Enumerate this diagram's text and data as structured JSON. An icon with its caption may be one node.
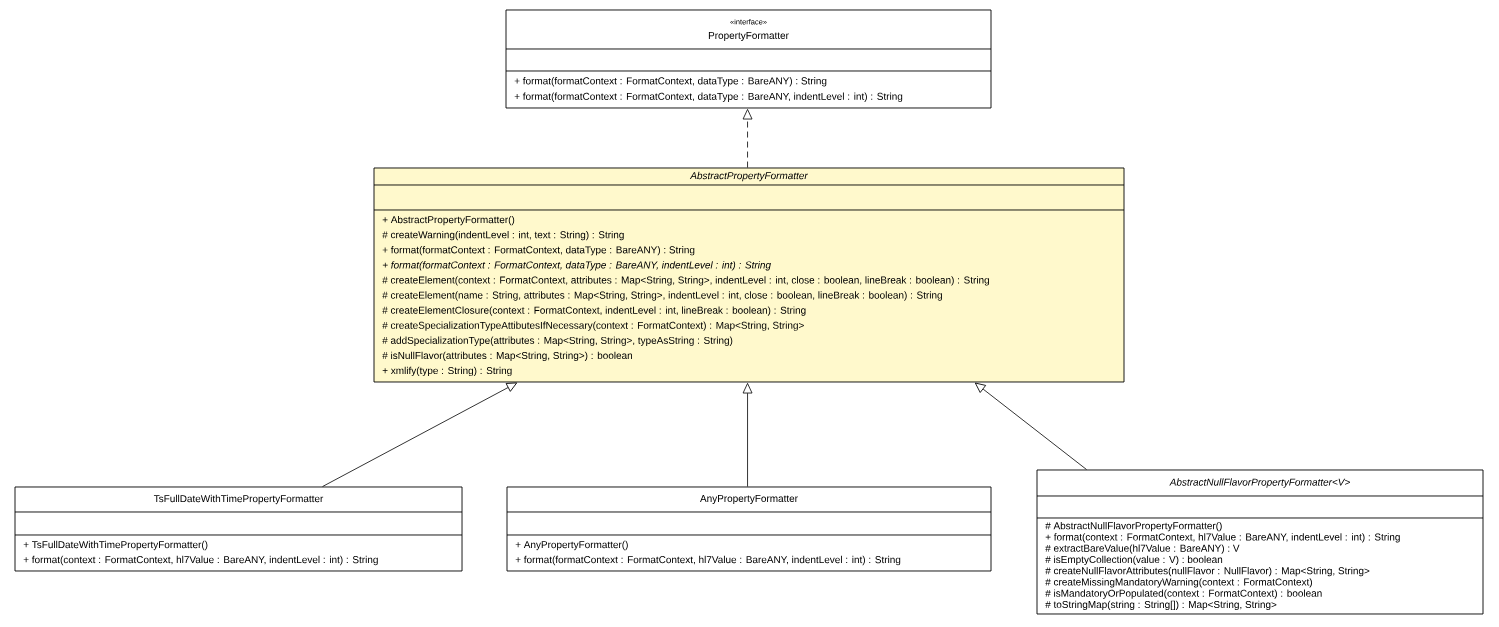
{
  "diagram": {
    "nodes": [
      {
        "text": [
          "«interface»",
          "PropertyFormatter",
          "+ format(formatContext : FormatContext, dataType : BareANY) : String",
          "+ format(formatContext : FormatContext, dataType : BareANY, indentLevel : int) : String"
        ]
      },
      {
        "text": [
          "AbstractPropertyFormatter",
          "+ AbstractPropertyFormatter()",
          "# createWarning(indentLevel : int, text : String) : String",
          "+ format(formatContext : FormatContext, dataType : BareANY) : String",
          "+ format(formatContext : FormatContext, dataType : BareANY, indentLevel : int) : String",
          "# createElement(context : FormatContext, attributes : Map<String, String>, indentLevel : int, close : boolean, lineBreak : boolean) : String",
          "# createElement(name : String, attributes : Map<String, String>, indentLevel : int, close : boolean, lineBreak : boolean) : String",
          "# createElementClosure(context : FormatContext, indentLevel : int, lineBreak : boolean) : String",
          "# createSpecializationTypeAttibutesIfNecessary(context : FormatContext) : Map<String, String>",
          "# addSpecializationType(attributes : Map<String, String>, typeAsString : String)",
          "# isNullFlavor(attributes : Map<String, String>) : boolean",
          "+ xmlify(type : String) : String"
        ]
      },
      {
        "text": [
          "TsFullDateWithTimePropertyFormatter",
          "+ TsFullDateWithTimePropertyFormatter()",
          "+ format(context : FormatContext, hl7Value : BareANY, indentLevel : int) : String"
        ]
      },
      {
        "text": [
          "AnyPropertyFormatter",
          "+ AnyPropertyFormatter()",
          "+ format(formatContext : FormatContext, hl7Value : BareANY, indentLevel : int) : String"
        ]
      },
      {
        "text": [
          "AbstractNullFlavorPropertyFormatter<V>",
          "# AbstractNullFlavorPropertyFormatter()",
          "+ format(context : FormatContext, hl7Value : BareANY, indentLevel : int) : String",
          "# extractBareValue(hl7Value : BareANY) : V",
          "# isEmptyCollection(value : V) : boolean",
          "# createNullFlavorAttributes(nullFlavor : NullFlavor) : Map<String, String>",
          "# createMissingMandatoryWarning(context : FormatContext)",
          "# isMandatoryOrPopulated(context : FormatContext) : boolean",
          "# toStringMap(string : String[]) : Map<String, String>"
        ]
      }
    ],
    "edges": [
      {
        "from": 1,
        "to": 0,
        "arrow": "to",
        "style": "dashed"
      },
      {
        "from": 2,
        "to": 1,
        "arrow": "to"
      },
      {
        "from": 3,
        "to": 1,
        "arrow": "to"
      },
      {
        "from": 4,
        "to": 1,
        "arrow": "to"
      }
    ]
  }
}
